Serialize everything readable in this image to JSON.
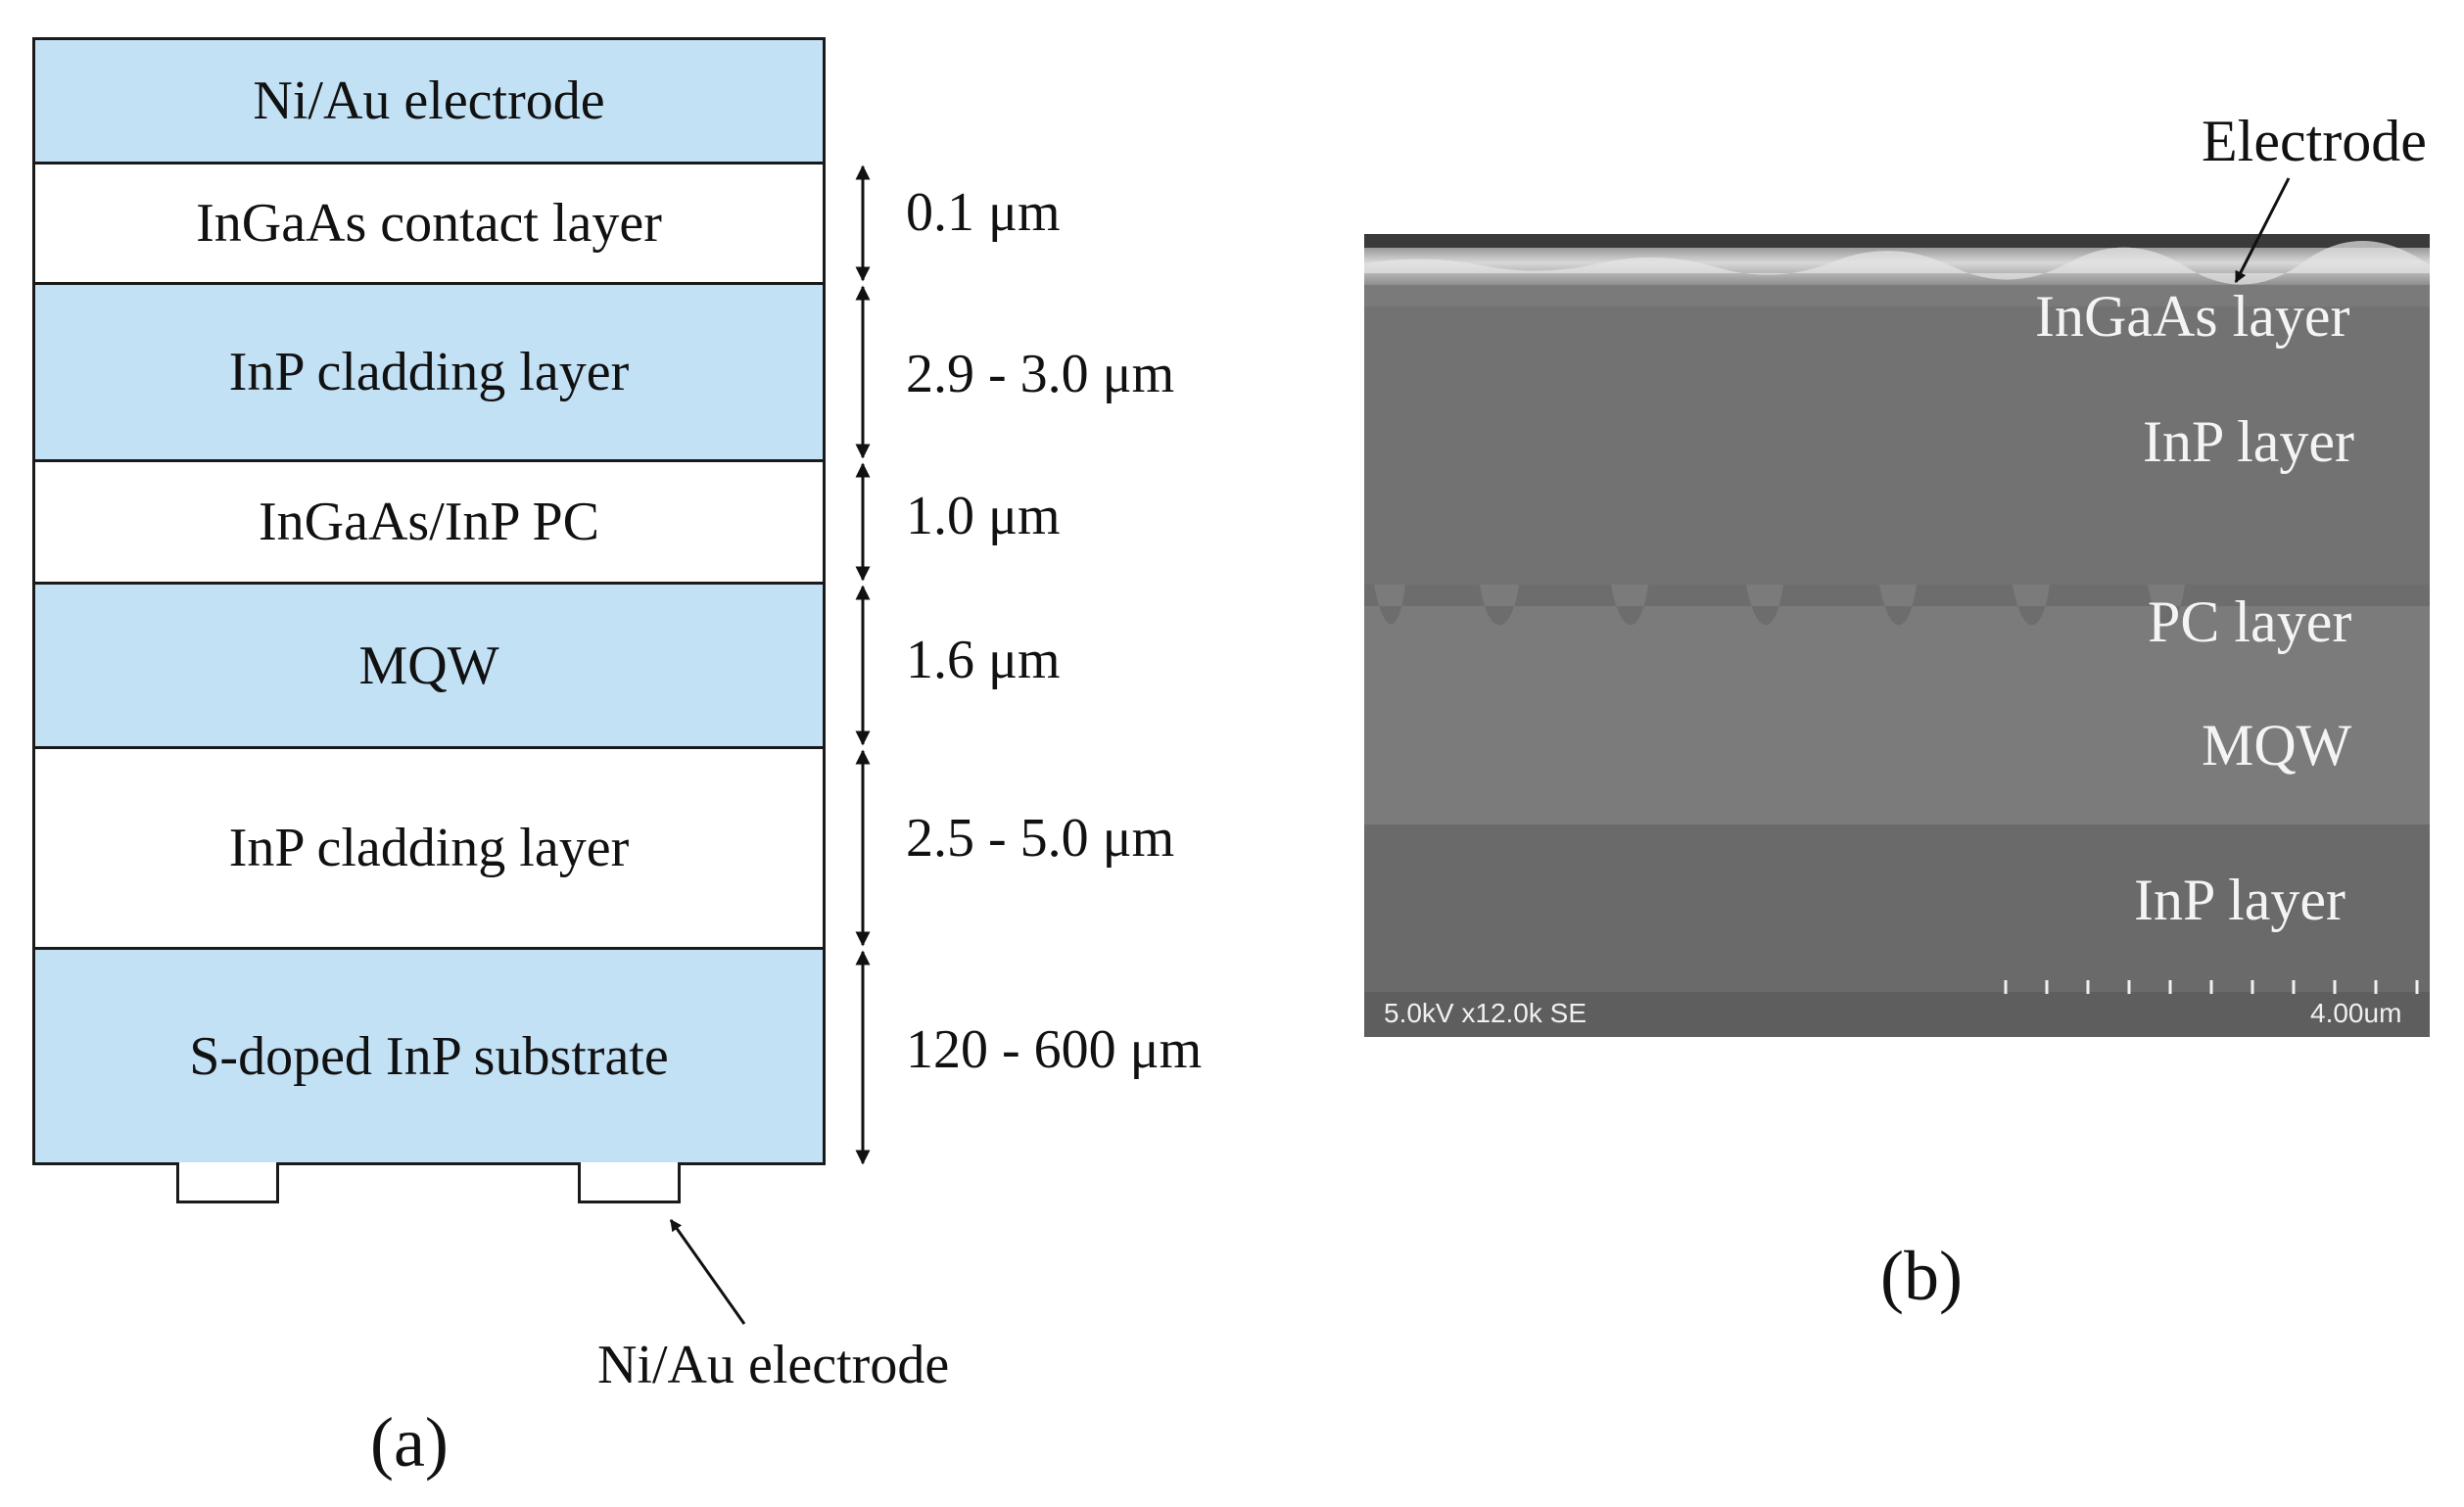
{
  "panel_a": {
    "layers": [
      {
        "label": "Ni/Au electrode",
        "thickness": ""
      },
      {
        "label": "InGaAs contact layer",
        "thickness": "0.1 μm"
      },
      {
        "label": "InP cladding layer",
        "thickness": "2.9 - 3.0 μm"
      },
      {
        "label": "InGaAs/InP PC",
        "thickness": "1.0 μm"
      },
      {
        "label": "MQW",
        "thickness": "1.6 μm"
      },
      {
        "label": "InP cladding layer",
        "thickness": "2.5 - 5.0 μm"
      },
      {
        "label": "S-doped InP substrate",
        "thickness": "120 - 600 μm"
      }
    ],
    "bottom_electrode_label": "Ni/Au electrode",
    "caption": "(a)"
  },
  "panel_b": {
    "labels": {
      "electrode": "Electrode",
      "ingaas": "InGaAs layer",
      "inp_top": "InP layer",
      "pc": "PC layer",
      "mqw": "MQW",
      "inp_bottom": "InP layer"
    },
    "info_bar": {
      "left": "5.0kV x12.0k SE",
      "scale": "4.00um"
    },
    "caption": "(b)"
  },
  "colors": {
    "layer_blue": "#c3e1f5",
    "sem_dark": "#6a6a6a",
    "sem_mid": "#767676"
  }
}
